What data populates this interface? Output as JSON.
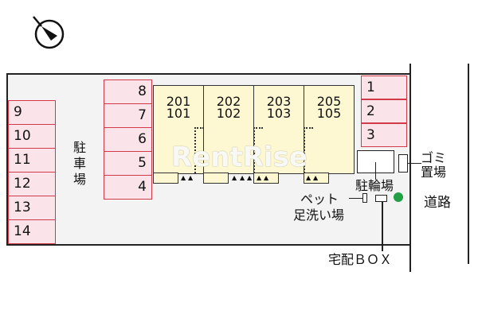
{
  "compass": {
    "icon": "north-arrow-icon"
  },
  "parking_label": "駐車場",
  "spots_left": [
    "9",
    "10",
    "11",
    "12",
    "13",
    "14"
  ],
  "spots_middle": [
    "8",
    "7",
    "6",
    "5",
    "4"
  ],
  "spots_right": [
    "1",
    "2",
    "3"
  ],
  "units": [
    {
      "upper": "201",
      "lower": "101"
    },
    {
      "upper": "202",
      "lower": "102"
    },
    {
      "upper": "203",
      "lower": "103"
    },
    {
      "upper": "205",
      "lower": "105"
    }
  ],
  "bike_parking": "駐輪場",
  "garbage": "ゴミ置場",
  "pet_wash": {
    "line1": "ペット",
    "line2": "足洗い場"
  },
  "delivery_box": "宅配ＢＯＸ",
  "road": "道路",
  "watermark": "RentRise",
  "colors": {
    "parking_fill": "#fbe3ea",
    "parking_border": "#d23a4a",
    "building_fill": "#fdf8d2",
    "tree": "#22a045"
  }
}
